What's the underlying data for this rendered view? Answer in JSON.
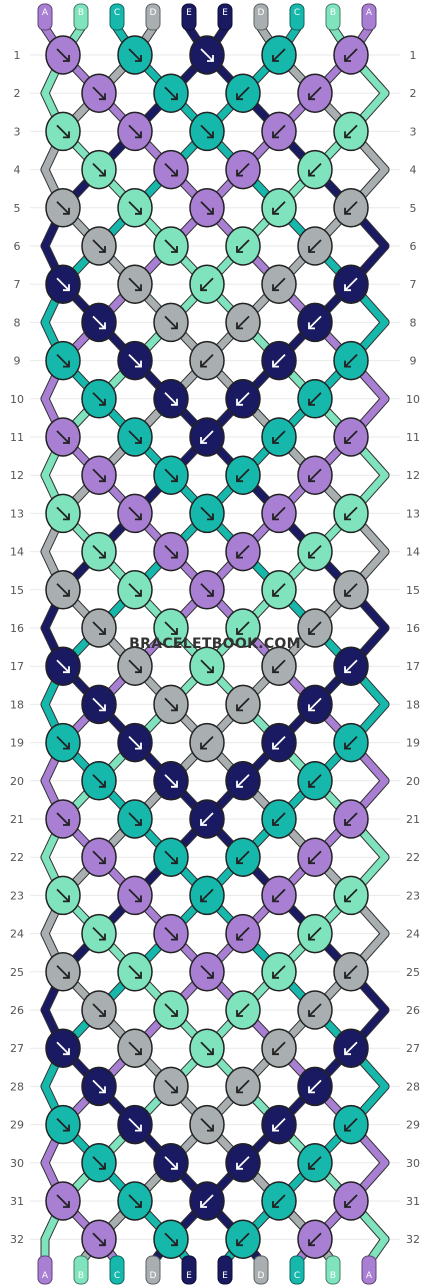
{
  "watermark": "BRACELETBOOK.COM",
  "strand_labels_top": [
    "A",
    "B",
    "C",
    "D",
    "E",
    "E",
    "D",
    "C",
    "B",
    "A"
  ],
  "strand_labels_bottom": [
    "A",
    "B",
    "C",
    "D",
    "E",
    "E",
    "D",
    "C",
    "B",
    "A"
  ],
  "colors": {
    "A": "#a87fd3",
    "B": "#7fe3bd",
    "C": "#16b8ac",
    "D": "#a9afb1",
    "E": "#1a1a62"
  },
  "row_numbers": [
    "1",
    "2",
    "3",
    "4",
    "5",
    "6",
    "7",
    "8",
    "9",
    "10",
    "11",
    "12",
    "13",
    "14",
    "15",
    "16",
    "17",
    "18",
    "19",
    "20",
    "21",
    "22",
    "23",
    "24",
    "25",
    "26",
    "27",
    "28",
    "29",
    "30",
    "31",
    "32"
  ]
}
